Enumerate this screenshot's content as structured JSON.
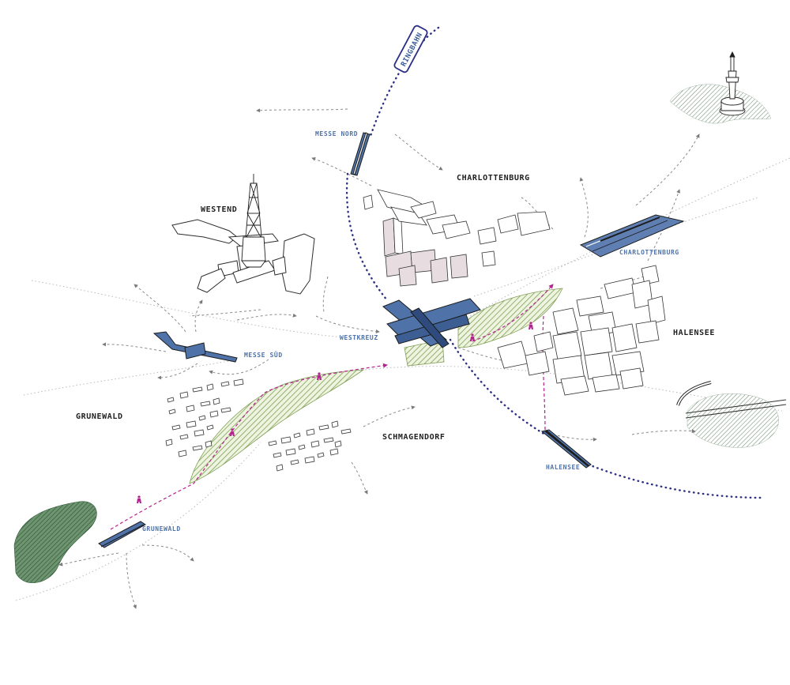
{
  "colors": {
    "green_hatch": "#7f9f56",
    "green_fill": "#dfe9c7",
    "dark_green": "#4f7a4f",
    "station_blue": "#4f73a8",
    "ring_blue": "#2c2f86",
    "magenta": "#b5238e",
    "flow_grey": "#8a8a8a",
    "building_shade": "#e7dde1"
  },
  "labels": {
    "ringbahn": "RINGBAHN",
    "districts": {
      "westend": "WESTEND",
      "charlottenburg": "CHARLOTTENBURG",
      "halensee": "HALENSEE",
      "grunewald": "GRUNEWALD",
      "schmagendorf": "SCHMAGENDORF"
    },
    "stations": {
      "messe_nord": "MESSE NORD",
      "charlottenburg": "CHARLOTTENBURG",
      "westkreuz": "WESTKREUZ",
      "messe_sued": "MESSE SÜD",
      "halensee": "HALENSEE",
      "grunewald": "GRUNEWALD"
    }
  },
  "icons": {
    "radio_tower": "funkturm-icon",
    "victory_column": "siegessaeule-icon",
    "rail_crossing": "westkreuz-icon",
    "walker": "pedestrian-icon"
  }
}
